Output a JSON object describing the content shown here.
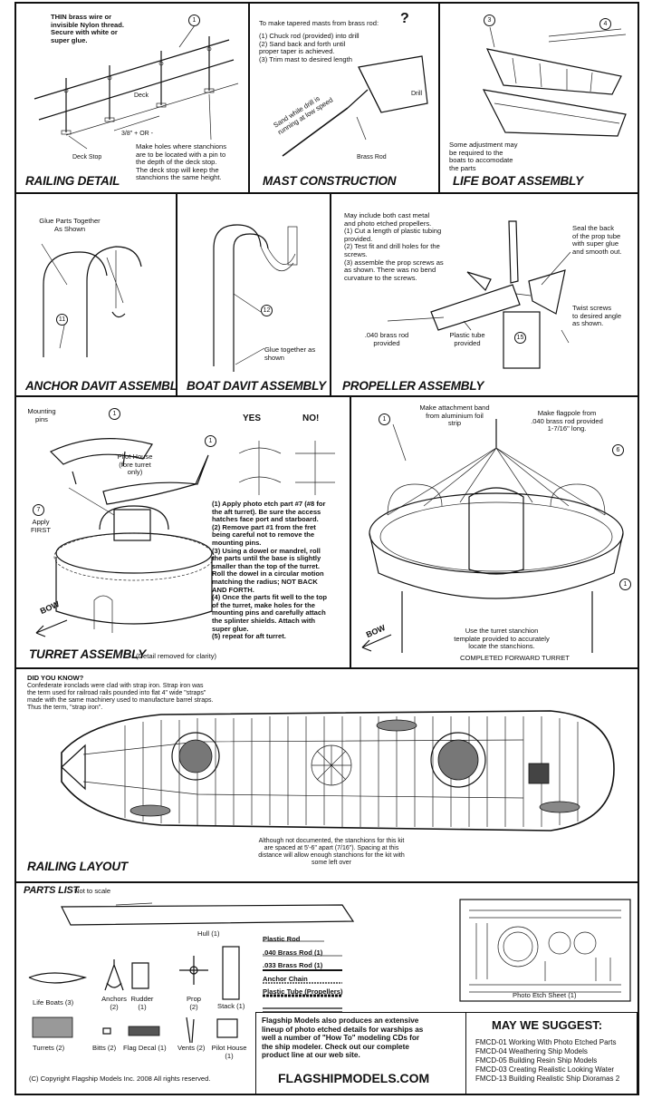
{
  "railing_detail": {
    "title": "RAILING DETAIL",
    "note_wire": [
      "THIN brass wire or",
      "invisible Nylon thread.",
      "Secure with white or",
      "super glue."
    ],
    "label_deck": "Deck",
    "label_spacing": "3/8\" + OR -",
    "label_deck_stop": "Deck Stop",
    "note_holes": [
      "Make holes where stanchions",
      "are to be located with a pin to",
      "the depth of the deck stop.",
      "The deck stop will keep the",
      "stanchions the same height."
    ],
    "callout": "1"
  },
  "mast_construction": {
    "title": "MAST CONSTRUCTION",
    "intro": "To make tapered masts from brass rod:",
    "question_mark": "?",
    "steps": [
      "(1) Chuck rod (provided) into drill",
      "(2) Sand back and forth until",
      "     proper taper is achieved.",
      "(3) Trim mast to desired length"
    ],
    "label_drill": "Drill",
    "label_sand": [
      "Sand while drill is",
      "running at low speed"
    ],
    "label_brass_rod": "Brass Rod"
  },
  "life_boat_assembly": {
    "title": "LIFE BOAT ASSEMBLY",
    "callout_a": "3",
    "callout_b": "4",
    "note": [
      "Some adjustment may",
      "be required to the",
      "boats to accomodate",
      "the parts"
    ]
  },
  "anchor_davit": {
    "title": "ANCHOR DAVIT ASSEMBLY",
    "note": [
      "Glue Parts Together",
      "As Shown"
    ],
    "callout": "11"
  },
  "boat_davit": {
    "title": "BOAT DAVIT ASSEMBLY",
    "callout": "12",
    "note": [
      "Glue together as",
      "shown"
    ]
  },
  "propeller_assembly": {
    "title": "PROPELLER ASSEMBLY",
    "note": [
      "May include both cast metal",
      "and photo etched propellers.",
      "(1) Cut a length of plastic tubing",
      "provided.",
      "(2) Test fit and drill holes for the",
      "screws.",
      "(3) assemble the prop screws as",
      "as shown.  There was no bend",
      "curvature to the screws."
    ],
    "label_seal": [
      "Seal the back",
      "of the prop tube",
      "with super glue",
      "and smooth out."
    ],
    "label_brass_rod": [
      ".040 brass rod",
      "provided"
    ],
    "label_plastic_tube": [
      "Plastic tube",
      "provided"
    ],
    "label_twist": [
      "Twist screws",
      "to desired angle",
      "as shown."
    ],
    "callout": "15"
  },
  "turret_assembly": {
    "title": "TURRET ASSEMBLY",
    "subtitle": "(Detail removed for clarity)",
    "label_mounting_pins": [
      "Mounting",
      "pins"
    ],
    "label_pilot_house": [
      "Pilot House",
      "(fore turret",
      "only)"
    ],
    "label_apply_first": [
      "Apply",
      "FIRST"
    ],
    "label_yes": "YES",
    "label_no": "NO!",
    "label_bow": "BOW",
    "callout_a": "1",
    "callout_b": "1",
    "callout_c": "7",
    "steps": [
      "(1) Apply photo etch part #7 (#8 for",
      "the aft turret).  Be sure the access",
      "hatches face port and starboard.",
      "(2) Remove part #1 from the fret",
      "being careful not to remove the",
      "mounting pins.",
      "(3) Using a dowel or mandrel, roll",
      "the parts until the base is slightly",
      "smaller than the top of the turret.",
      "Roll the dowel in a circular motion",
      "matching the radius; NOT BACK",
      "AND FORTH.",
      "(4) Once the parts fit well to the top",
      "of the turret, make holes for the",
      "mounting pins and carefully attach",
      "the splinter shields. Attach with",
      "super glue.",
      "(5) repeat for aft turret."
    ]
  },
  "completed_turret": {
    "label_band": [
      "Make attachment band",
      "from aluminium foil",
      "strip"
    ],
    "label_flagpole": [
      "Make flagpole from",
      ".040 brass rod provided",
      "1-7/16\" long."
    ],
    "label_template": [
      "Use the turret stanchion",
      "template provided to accurately",
      "locate the stanchions."
    ],
    "caption": "COMPLETED FORWARD TURRET",
    "label_bow": "BOW",
    "callout_a": "1",
    "callout_b": "6",
    "callout_c": "1"
  },
  "railing_layout": {
    "title": "RAILING LAYOUT",
    "did_you_know_title": "DID YOU KNOW?",
    "did_you_know": [
      "Confederate ironclads were clad with strap iron.  Strap iron was",
      "the term used for railroad rails pounded into flat 4\" wide \"straps\"",
      "made with the same machinery used to manufacture barrel straps.",
      "Thus the term, \"strap iron\"."
    ],
    "note": [
      "Although not documented, the stanchions for this kit",
      "are spaced at 5'-6\" apart (7/16\").  Spacing at this",
      "distance will allow enough stanchions for the kit with",
      "some left over"
    ]
  },
  "parts_list": {
    "title": "PARTS LIST",
    "subtitle": "Not to scale",
    "hull": "Hull (1)",
    "rods": [
      "Plastic Rod",
      ".040 Brass Rod  (1)",
      ".033 Brass Rod  (1)",
      "Anchor Chain",
      "Plastic Tube (Propellers)"
    ],
    "photo_etch": "Photo Etch Sheet (1)",
    "life_boats": "Life Boats (3)",
    "anchors": [
      "Anchors",
      "(2)"
    ],
    "rudder": [
      "Rudder",
      "(1)"
    ],
    "prop": [
      "Prop",
      "(2)"
    ],
    "stack": "Stack (1)",
    "turrets": "Turrets (2)",
    "bitts": "Bitts (2)",
    "flag_decal": "Flag Decal (1)",
    "vents": "Vents (2)",
    "pilot_house": [
      "Pilot House",
      "(1)"
    ],
    "copyright": "(C) Copyright Flagship Models Inc.  2008 All rights reserved."
  },
  "promo": {
    "text": [
      "Flagship Models also produces an extensive",
      "lineup of photo etched details for warships as",
      "well a number of \"How To\" modeling CDs for",
      "the ship modeler.  Check out our complete",
      "product line at our web site."
    ],
    "url": "FLAGSHIPMODELS.COM"
  },
  "suggest": {
    "title": "MAY WE SUGGEST:",
    "items": [
      "FMCD-01  Working With Photo Etched Parts",
      "FMCD-04  Weathering Ship Models",
      "FMCD-05  Building Resin Ship Models",
      "FMCD-03  Creating Realistic Looking Water",
      "FMCD-13  Building Realistic Ship Dioramas 2"
    ]
  }
}
